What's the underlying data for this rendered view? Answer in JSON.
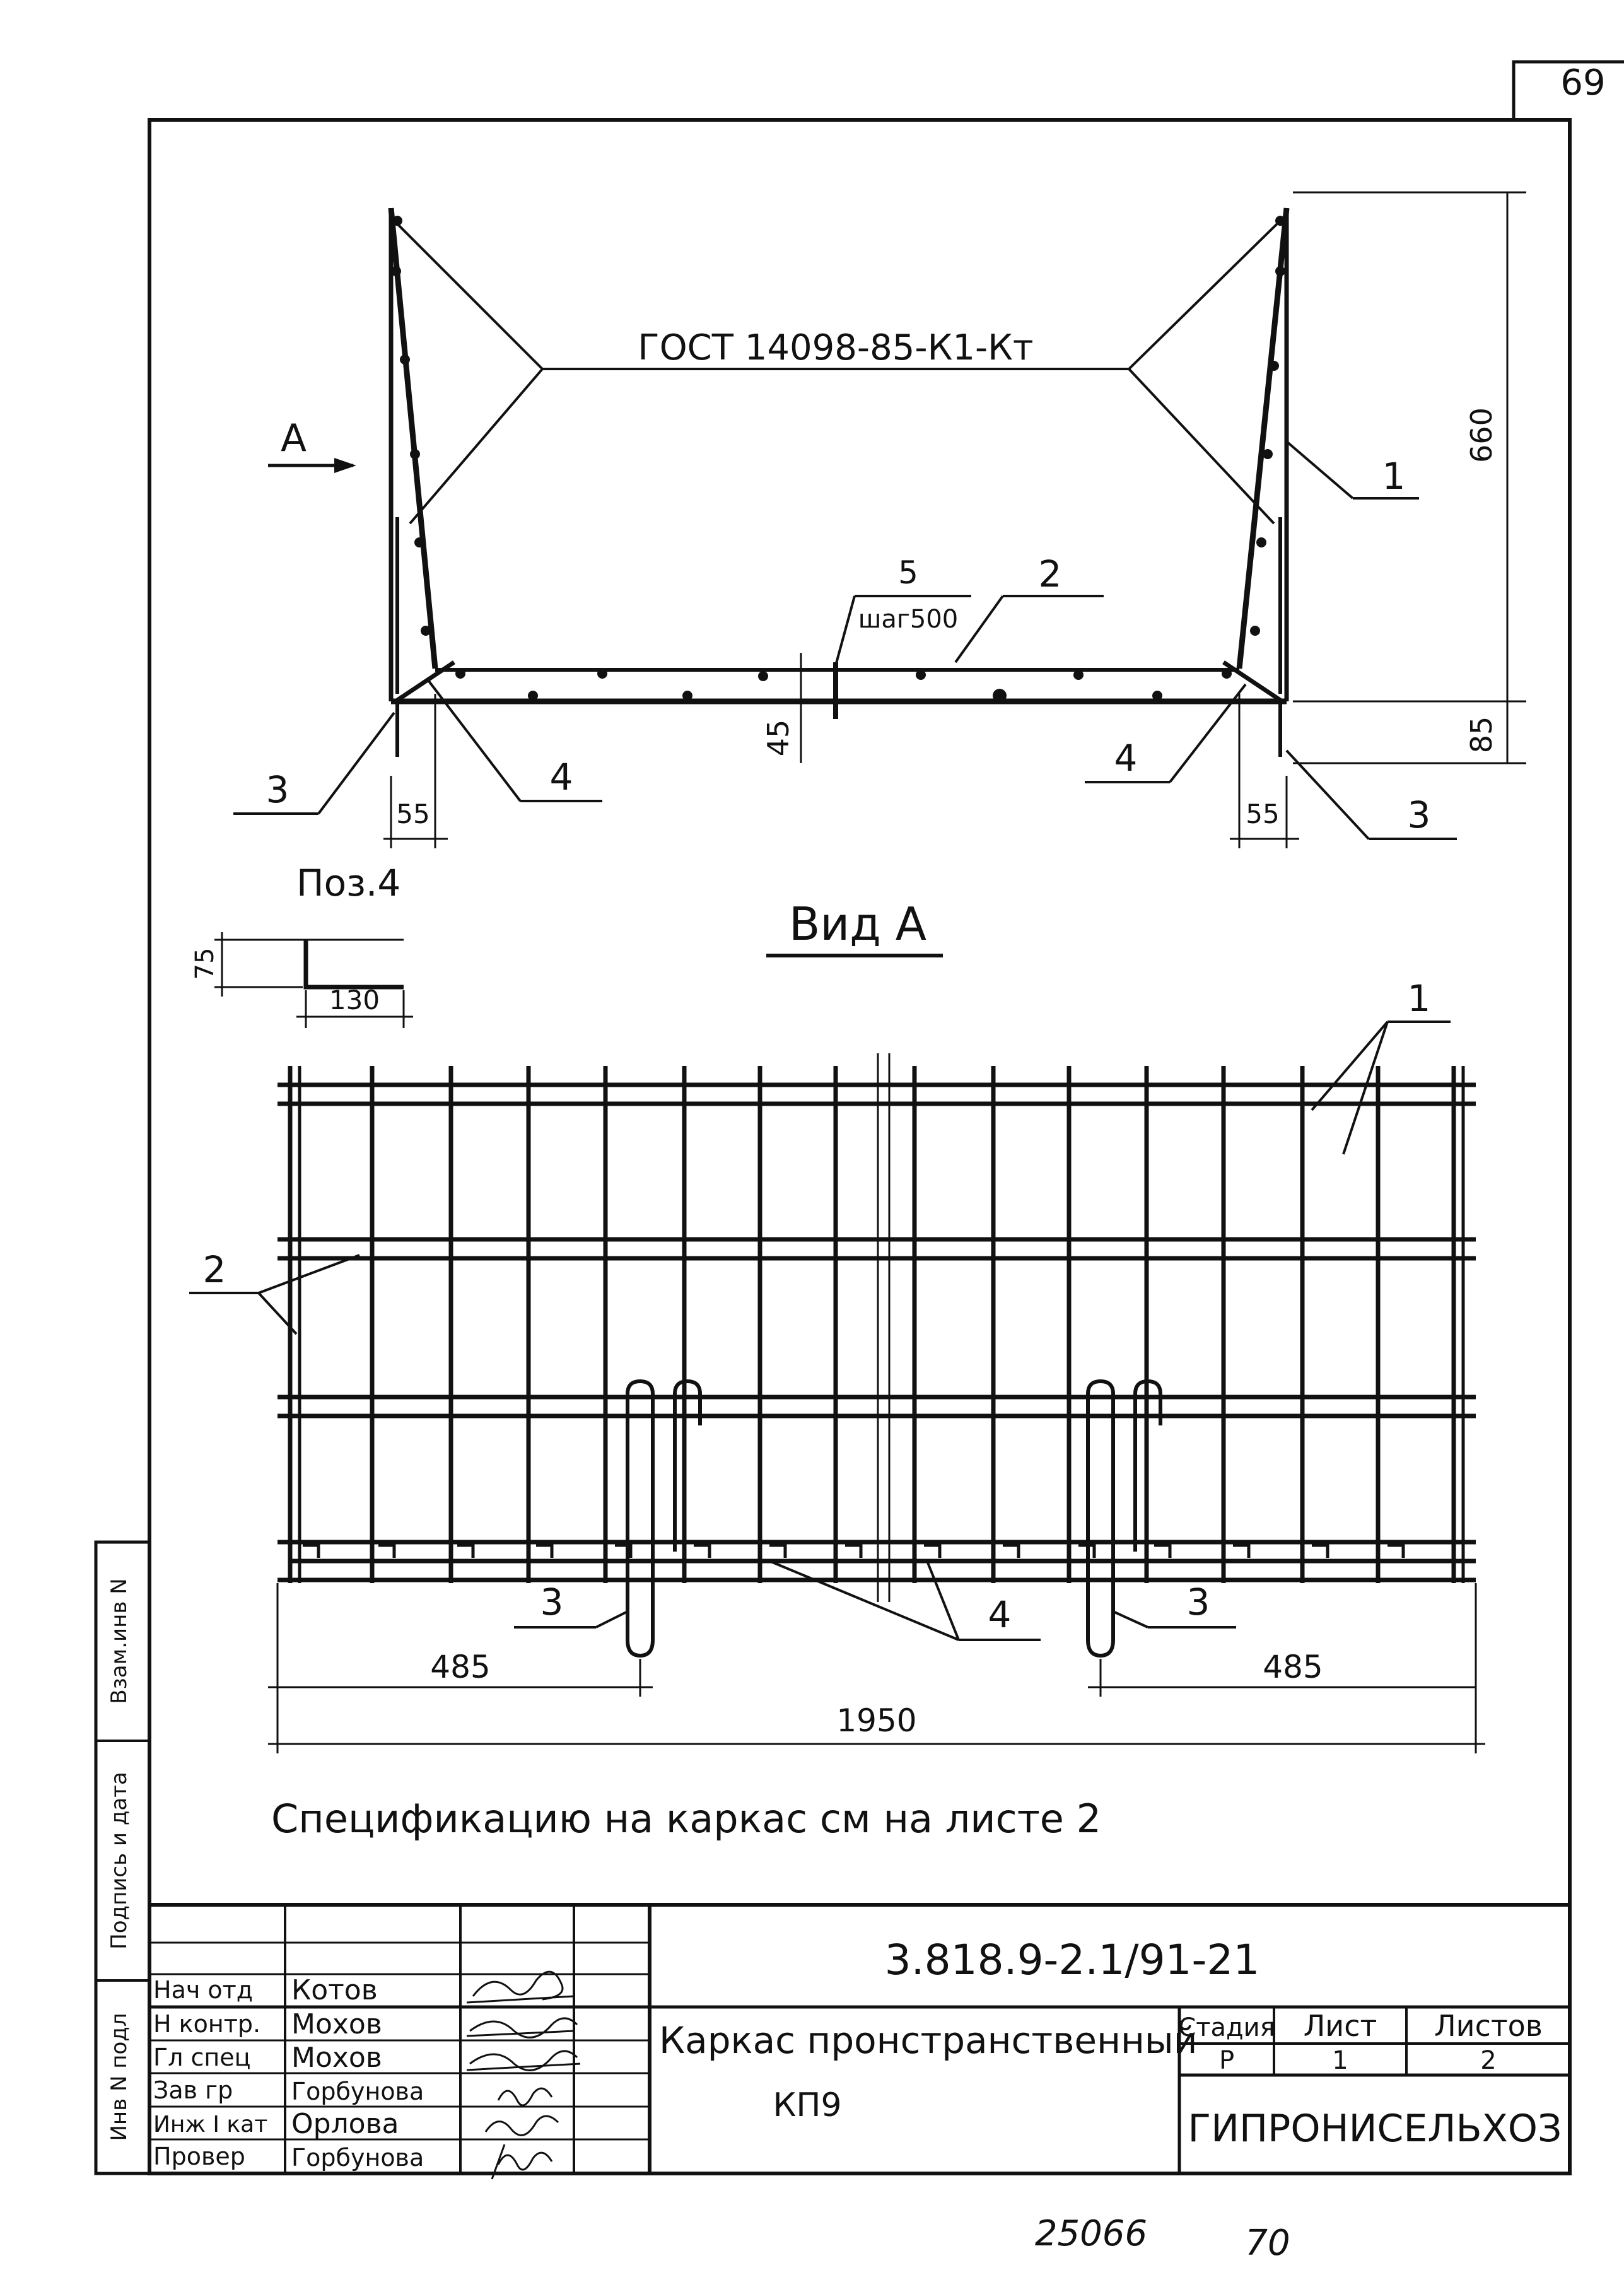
{
  "sheet_number": "69",
  "section": {
    "gost_label": "ГОСТ 14098-85-К1-Кт",
    "view_arrow_label": "А",
    "pos_1": "1",
    "pos_2": "2",
    "pos_3_left": "3",
    "pos_3_right": "3",
    "pos_4_left": "4",
    "pos_4_right": "4",
    "pos_5": "5",
    "pitch": "шаг500",
    "dim_660": "660",
    "dim_85": "85",
    "dim_45": "45",
    "dim_55_left": "55",
    "dim_55_right": "55"
  },
  "detail_pos4": {
    "title": "Поз.4",
    "dim_75": "75",
    "dim_130": "130"
  },
  "view_a": {
    "title": "Вид А",
    "pos_1": "1",
    "pos_2": "2",
    "pos_3_left": "3",
    "pos_3_right": "3",
    "pos_4": "4",
    "dim_485_left": "485",
    "dim_485_right": "485",
    "dim_1950": "1950"
  },
  "spec_note": "Спецификацию на каркас см на листе 2",
  "side_stamp": {
    "inv_podl": "Инв N подл",
    "sign_date": "Подпись и дата",
    "vzam_inv": "Взам.инв N"
  },
  "title_block": {
    "doc_code": "3.818.9-2.1/91-21",
    "rows": [
      {
        "role": "Нач отд",
        "name": "Котов"
      },
      {
        "role": "Н контр.",
        "name": "Мохов"
      },
      {
        "role": "Гл спец",
        "name": "Мохов"
      },
      {
        "role": "Зав гр",
        "name": "Горбунова"
      },
      {
        "role": "Инж I кат",
        "name": "Орлова"
      },
      {
        "role": "Провер",
        "name": "Горбунова"
      }
    ],
    "item_title": "Каркас пронстранственный",
    "item_code": "КП9",
    "stage_label": "Стадия",
    "sheet_label": "Лист",
    "sheets_label": "Листов",
    "stage": "Р",
    "sheet": "1",
    "sheets": "2",
    "organization": "ГИПРОНИСЕЛЬХОЗ"
  },
  "bottom_notes": {
    "number": "25066",
    "page": "70"
  }
}
